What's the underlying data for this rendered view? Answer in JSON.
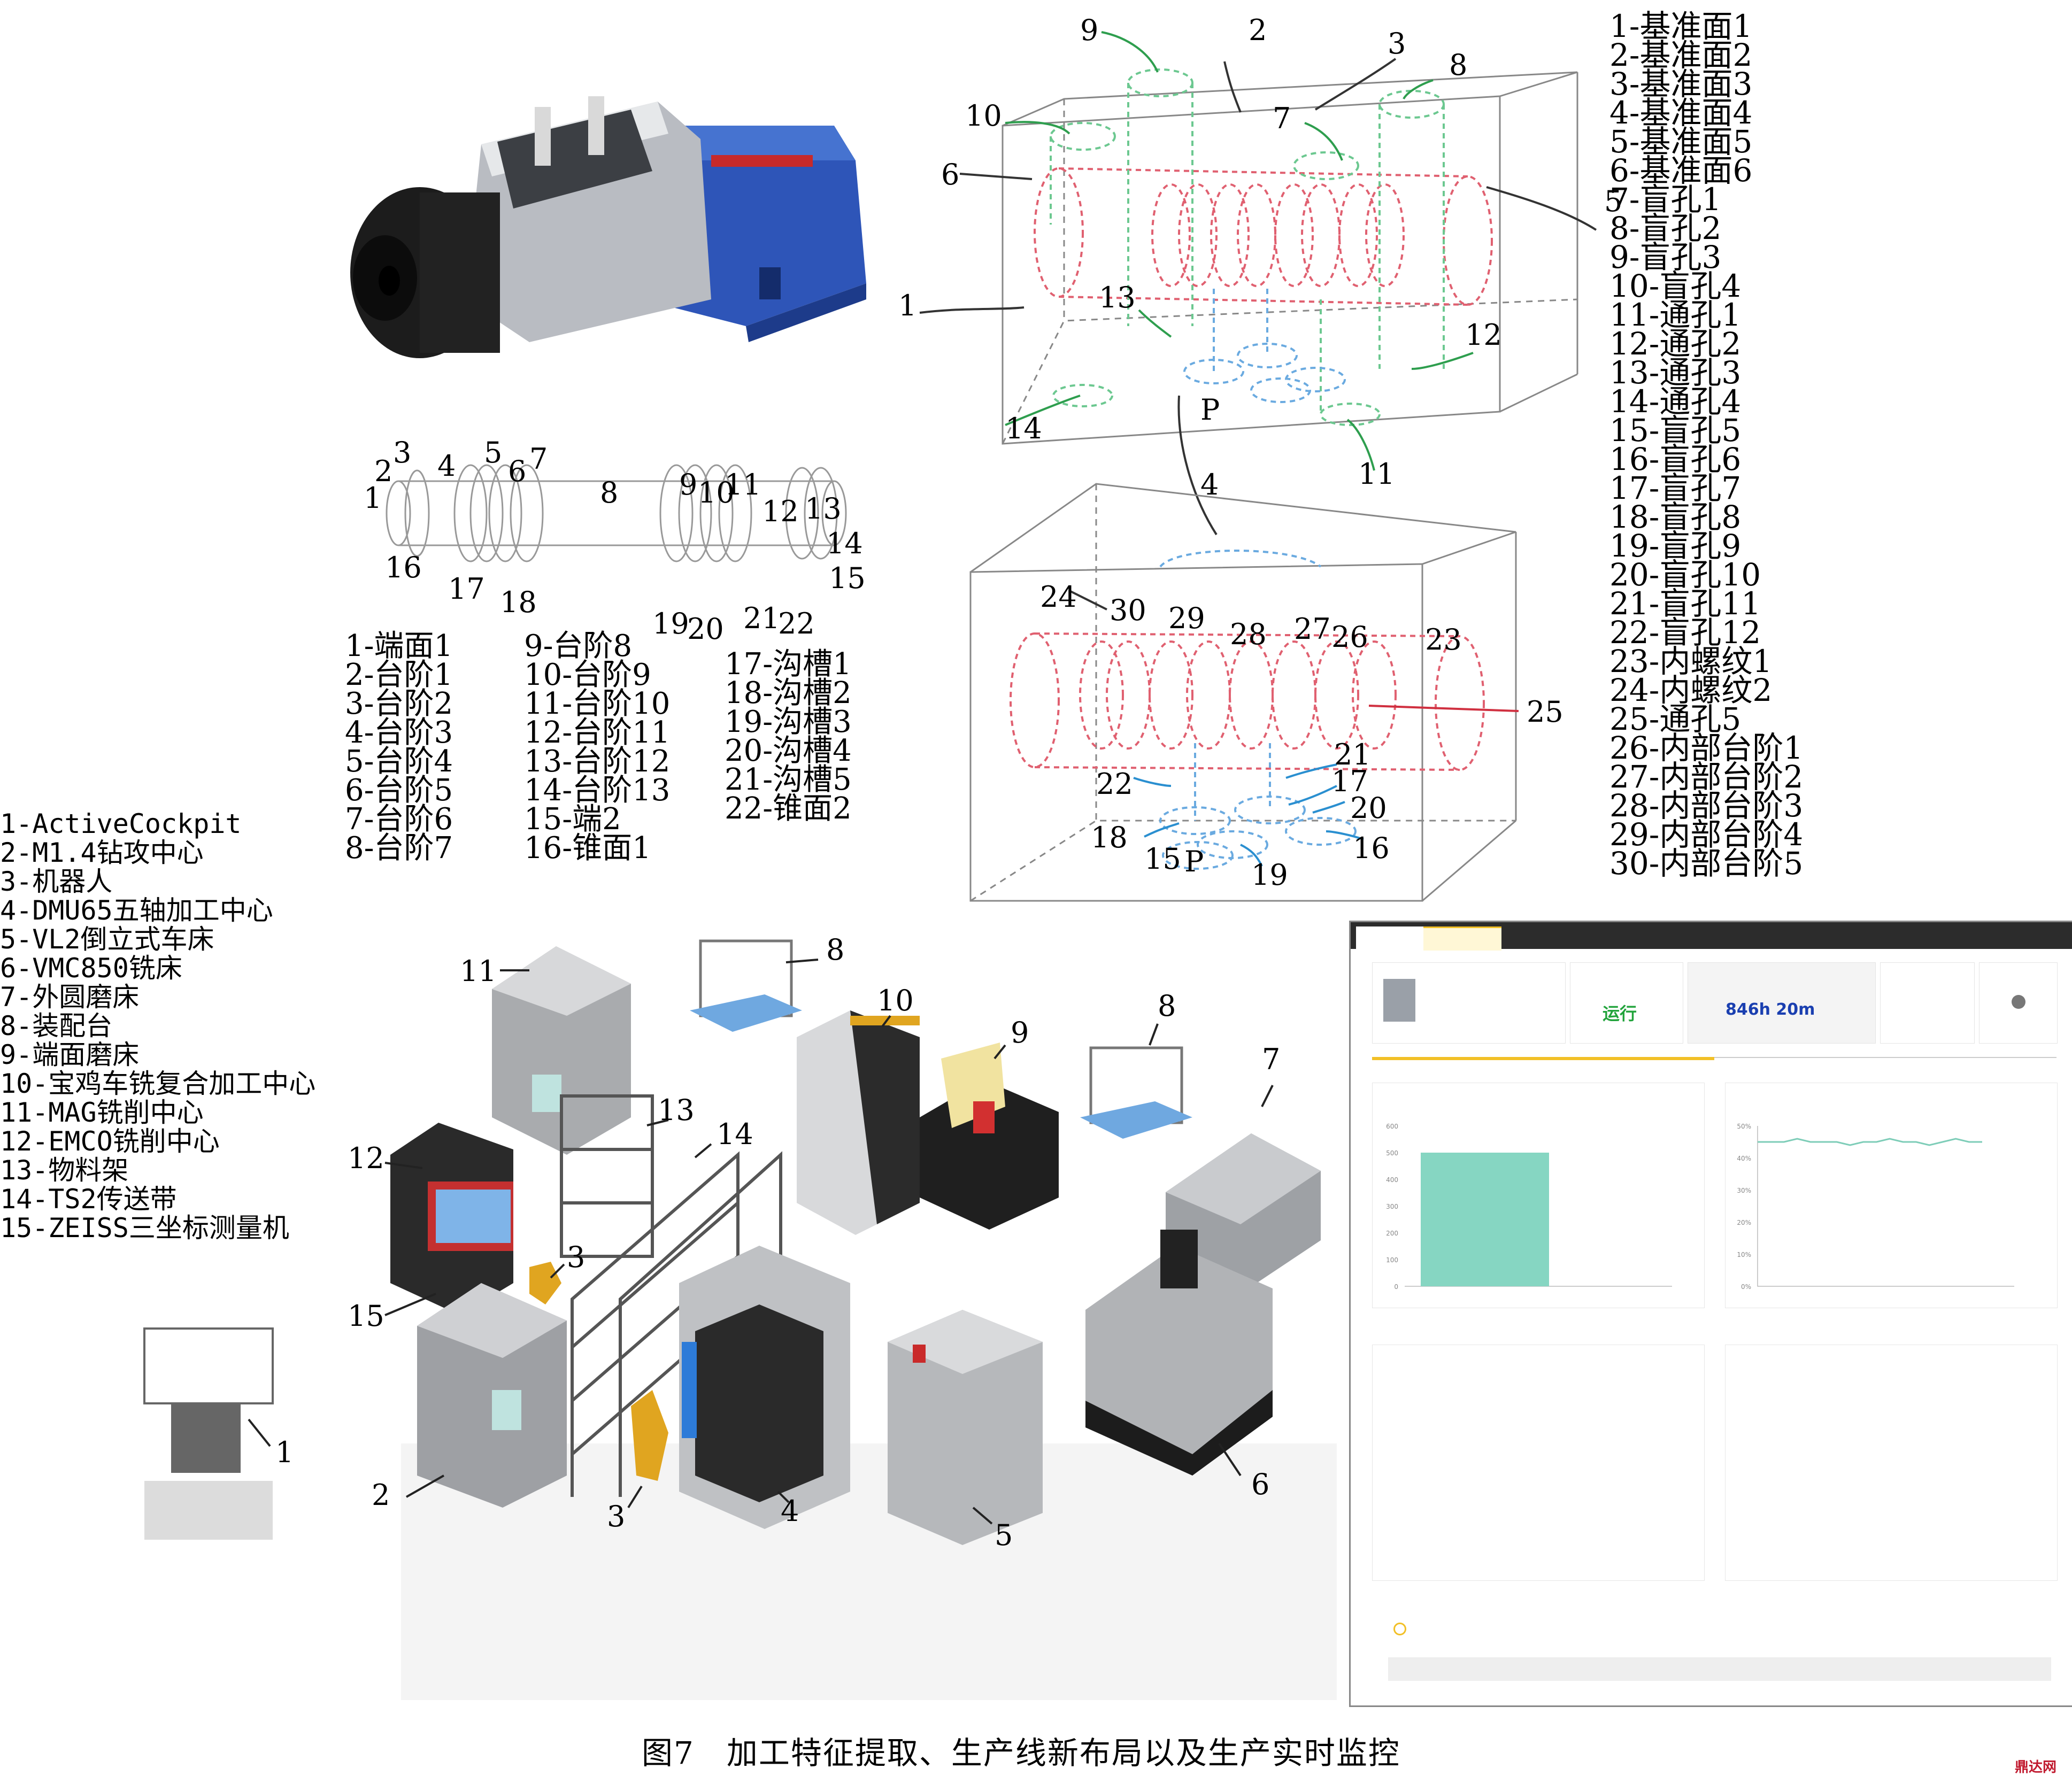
{
  "valve_legend": [
    "1-基准面1",
    "2-基准面2",
    "3-基准面3",
    "4-基准面4",
    "5-基准面5",
    "6-基准面6",
    "7-盲孔1",
    "8-盲孔2",
    "9-盲孔3",
    "10-盲孔4",
    "11-通孔1",
    "12-通孔2",
    "13-通孔3",
    "14-通孔4",
    "15-盲孔5",
    "16-盲孔6",
    "17-盲孔7",
    "18-盲孔8",
    "19-盲孔9",
    "20-盲孔10",
    "21-盲孔11",
    "22-盲孔12",
    "23-内螺纹1",
    "24-内螺纹2",
    "25-通孔5",
    "26-内部台阶1",
    "27-内部台阶2",
    "28-内部台阶3",
    "29-内部台阶4",
    "30-内部台阶5"
  ],
  "spool_legend_col1": [
    "1-端面1",
    "2-台阶1",
    "3-台阶2",
    "4-台阶3",
    "5-台阶4",
    "6-台阶5",
    "7-台阶6",
    "8-台阶7"
  ],
  "spool_legend_col2": [
    "9-台阶8",
    "10-台阶9",
    "11-台阶10",
    "12-台阶11",
    "13-台阶12",
    "14-台阶13",
    "15-端2",
    "16-锥面1"
  ],
  "spool_legend_col3": [
    "17-沟槽1",
    "18-沟槽2",
    "19-沟槽3",
    "20-沟槽4",
    "21-沟槽5",
    "22-锥面2"
  ],
  "line_legend": [
    "1-ActiveCockpit",
    "2-M1.4钻攻中心",
    "3-机器人",
    "4-DMU65五轴加工中心",
    "5-VL2倒立式车床",
    "6-VMC850铣床",
    "7-外圆磨床",
    "8-装配台",
    "9-端面磨床",
    "10-宝鸡车铣复合加工中心",
    "11-MAG铣削中心",
    "12-EMCO铣削中心",
    "13-物料架",
    "14-TS2传送带",
    "15-ZEISS三坐标测量机"
  ],
  "spool_numbers": [
    "1",
    "2",
    "3",
    "4",
    "5",
    "6",
    "7",
    "8",
    "9",
    "10",
    "11",
    "12",
    "13",
    "14",
    "15",
    "16",
    "17",
    "18",
    "19",
    "20",
    "21",
    "22"
  ],
  "block_top_numbers": [
    "1",
    "2",
    "3",
    "4",
    "5",
    "6",
    "7",
    "8",
    "9",
    "10",
    "11",
    "12",
    "13",
    "14",
    "P"
  ],
  "block_bottom_numbers": [
    "15",
    "16",
    "17",
    "18",
    "19",
    "20",
    "21",
    "22",
    "23",
    "24",
    "25",
    "26",
    "27",
    "28",
    "29",
    "30",
    "P"
  ],
  "line_numbers": [
    "1",
    "2",
    "3",
    "3",
    "4",
    "5",
    "6",
    "7",
    "8",
    "8",
    "9",
    "10",
    "11",
    "12",
    "13",
    "14",
    "15"
  ],
  "caption": "图7　加工特征提取、生产线新布局以及生产实时监控",
  "brand": "鼎达网",
  "monitor": {
    "status_value": "运行",
    "runtime_value": "846h 20m",
    "bar_chart": {
      "type": "bar",
      "categories": [
        ""
      ],
      "values": [
        500
      ],
      "ylim": [
        0,
        600
      ],
      "yticks": [
        "600",
        "500",
        "400",
        "300",
        "200",
        "100",
        "0"
      ]
    },
    "line_chart_top": {
      "type": "line",
      "values": [
        45,
        45,
        45,
        46,
        45,
        45,
        45,
        44,
        45,
        45,
        46,
        45,
        45,
        44,
        45,
        46,
        45,
        45
      ],
      "ylim": [
        0,
        50
      ],
      "yticks": [
        "50%",
        "40%",
        "30%",
        "20%",
        "10%",
        "0%"
      ],
      "color": "#7ecdb8"
    },
    "bar_color": "#86d6c2",
    "accent_tab": "#f2c027",
    "alarm_dot": "#f2c027"
  }
}
